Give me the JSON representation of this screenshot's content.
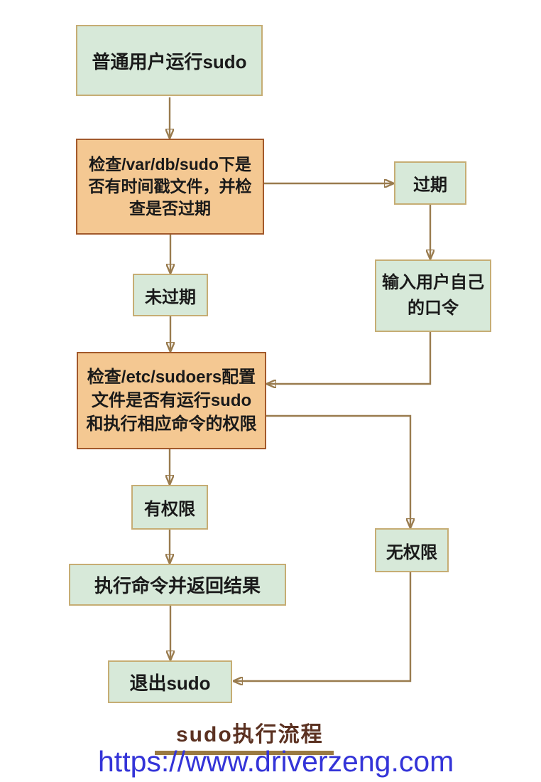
{
  "diagram": {
    "title": "sudo执行流程",
    "watermark_url": "https://www.driverzeng.com",
    "nodes": {
      "run_sudo": {
        "label": "普通用户运行sudo"
      },
      "check_timestamp": {
        "label": "检查/var/db/sudo下是否有时间戳文件，并检查是否过期"
      },
      "expired": {
        "label": "过期"
      },
      "enter_password": {
        "label": "输入用户自己的口令"
      },
      "not_expired": {
        "label": "未过期"
      },
      "check_sudoers": {
        "label": "检查/etc/sudoers配置文件是否有运行sudo和执行相应命令的权限"
      },
      "has_permission": {
        "label": "有权限"
      },
      "no_permission": {
        "label": "无权限"
      },
      "execute": {
        "label": "执行命令并返回结果"
      },
      "exit_sudo": {
        "label": "退出sudo"
      }
    },
    "edges": [
      {
        "from": "run_sudo",
        "to": "check_timestamp"
      },
      {
        "from": "check_timestamp",
        "to": "expired"
      },
      {
        "from": "expired",
        "to": "enter_password"
      },
      {
        "from": "enter_password",
        "to": "check_sudoers"
      },
      {
        "from": "check_timestamp",
        "to": "not_expired"
      },
      {
        "from": "not_expired",
        "to": "check_sudoers"
      },
      {
        "from": "check_sudoers",
        "to": "has_permission"
      },
      {
        "from": "check_sudoers",
        "to": "no_permission"
      },
      {
        "from": "has_permission",
        "to": "execute"
      },
      {
        "from": "execute",
        "to": "exit_sudo"
      },
      {
        "from": "no_permission",
        "to": "exit_sudo"
      }
    ],
    "colors": {
      "green_fill": "#d7e9d9",
      "green_border": "#c6ad74",
      "orange_fill": "#f4c892",
      "orange_border": "#a2592b",
      "connector": "#997b4e",
      "title_color": "#5b3121",
      "underline_color": "#9a7a42",
      "url_color": "#3434d8"
    }
  }
}
